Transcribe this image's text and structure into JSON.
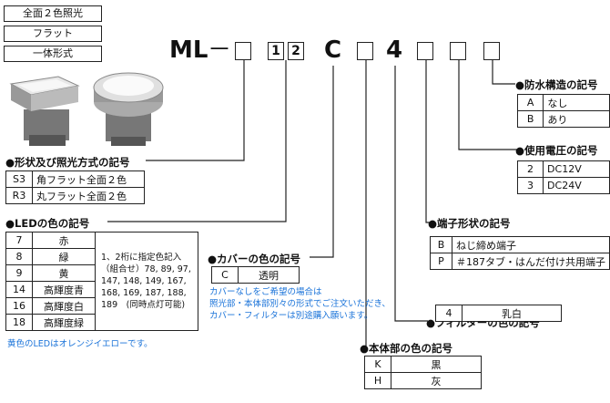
{
  "tags": [
    "全面２色照光",
    "フラット",
    "一体形式"
  ],
  "model": {
    "prefix": "ML",
    "dash": "－",
    "d1": "1",
    "d2": "2",
    "c": "C",
    "f": "4"
  },
  "section_shape": {
    "title": "●形状及び照光方式の記号",
    "rows": [
      {
        "k": "S3",
        "v": "角フラット全面２色"
      },
      {
        "k": "R3",
        "v": "丸フラット全面２色"
      }
    ]
  },
  "section_led": {
    "title": "●LEDの色の記号",
    "rows": [
      {
        "k": "7",
        "v": "赤"
      },
      {
        "k": "8",
        "v": "緑"
      },
      {
        "k": "9",
        "v": "黄"
      },
      {
        "k": "14",
        "v": "高輝度青"
      },
      {
        "k": "16",
        "v": "高輝度白"
      },
      {
        "k": "18",
        "v": "高輝度緑"
      }
    ],
    "combo_note": [
      "1、2桁に指定色記入",
      "（組合せ）78, 89, 97,",
      "147, 148, 149, 167,",
      "168, 169, 187, 188,",
      "189　(同時点灯可能)"
    ],
    "footnote": "黄色のLEDはオレンジイエローです。"
  },
  "section_cover": {
    "title": "●カバーの色の記号",
    "rows": [
      {
        "k": "C",
        "v": "透明"
      }
    ],
    "notes": [
      "カバーなしをご希望の場合は",
      "照光部・本体部別々の形式でご注文いただき、",
      "カバー・フィルターは別途購入願います。"
    ]
  },
  "section_body": {
    "title": "●本体部の色の記号",
    "rows": [
      {
        "k": "K",
        "v": "黒"
      },
      {
        "k": "H",
        "v": "灰"
      }
    ]
  },
  "section_filter": {
    "title": "●フィルターの色の記号",
    "rows": [
      {
        "k": "4",
        "v": "乳白"
      }
    ]
  },
  "section_terminal": {
    "title": "●端子形状の記号",
    "rows": [
      {
        "k": "B",
        "v": "ねじ締め端子"
      },
      {
        "k": "P",
        "v": "＃187タブ・はんだ付け共用端子"
      }
    ]
  },
  "section_voltage": {
    "title": "●使用電圧の記号",
    "rows": [
      {
        "k": "2",
        "v": "DC12V"
      },
      {
        "k": "3",
        "v": "DC24V"
      }
    ]
  },
  "section_water": {
    "title": "●防水構造の記号",
    "rows": [
      {
        "k": "A",
        "v": "なし"
      },
      {
        "k": "B",
        "v": "あり"
      }
    ]
  }
}
